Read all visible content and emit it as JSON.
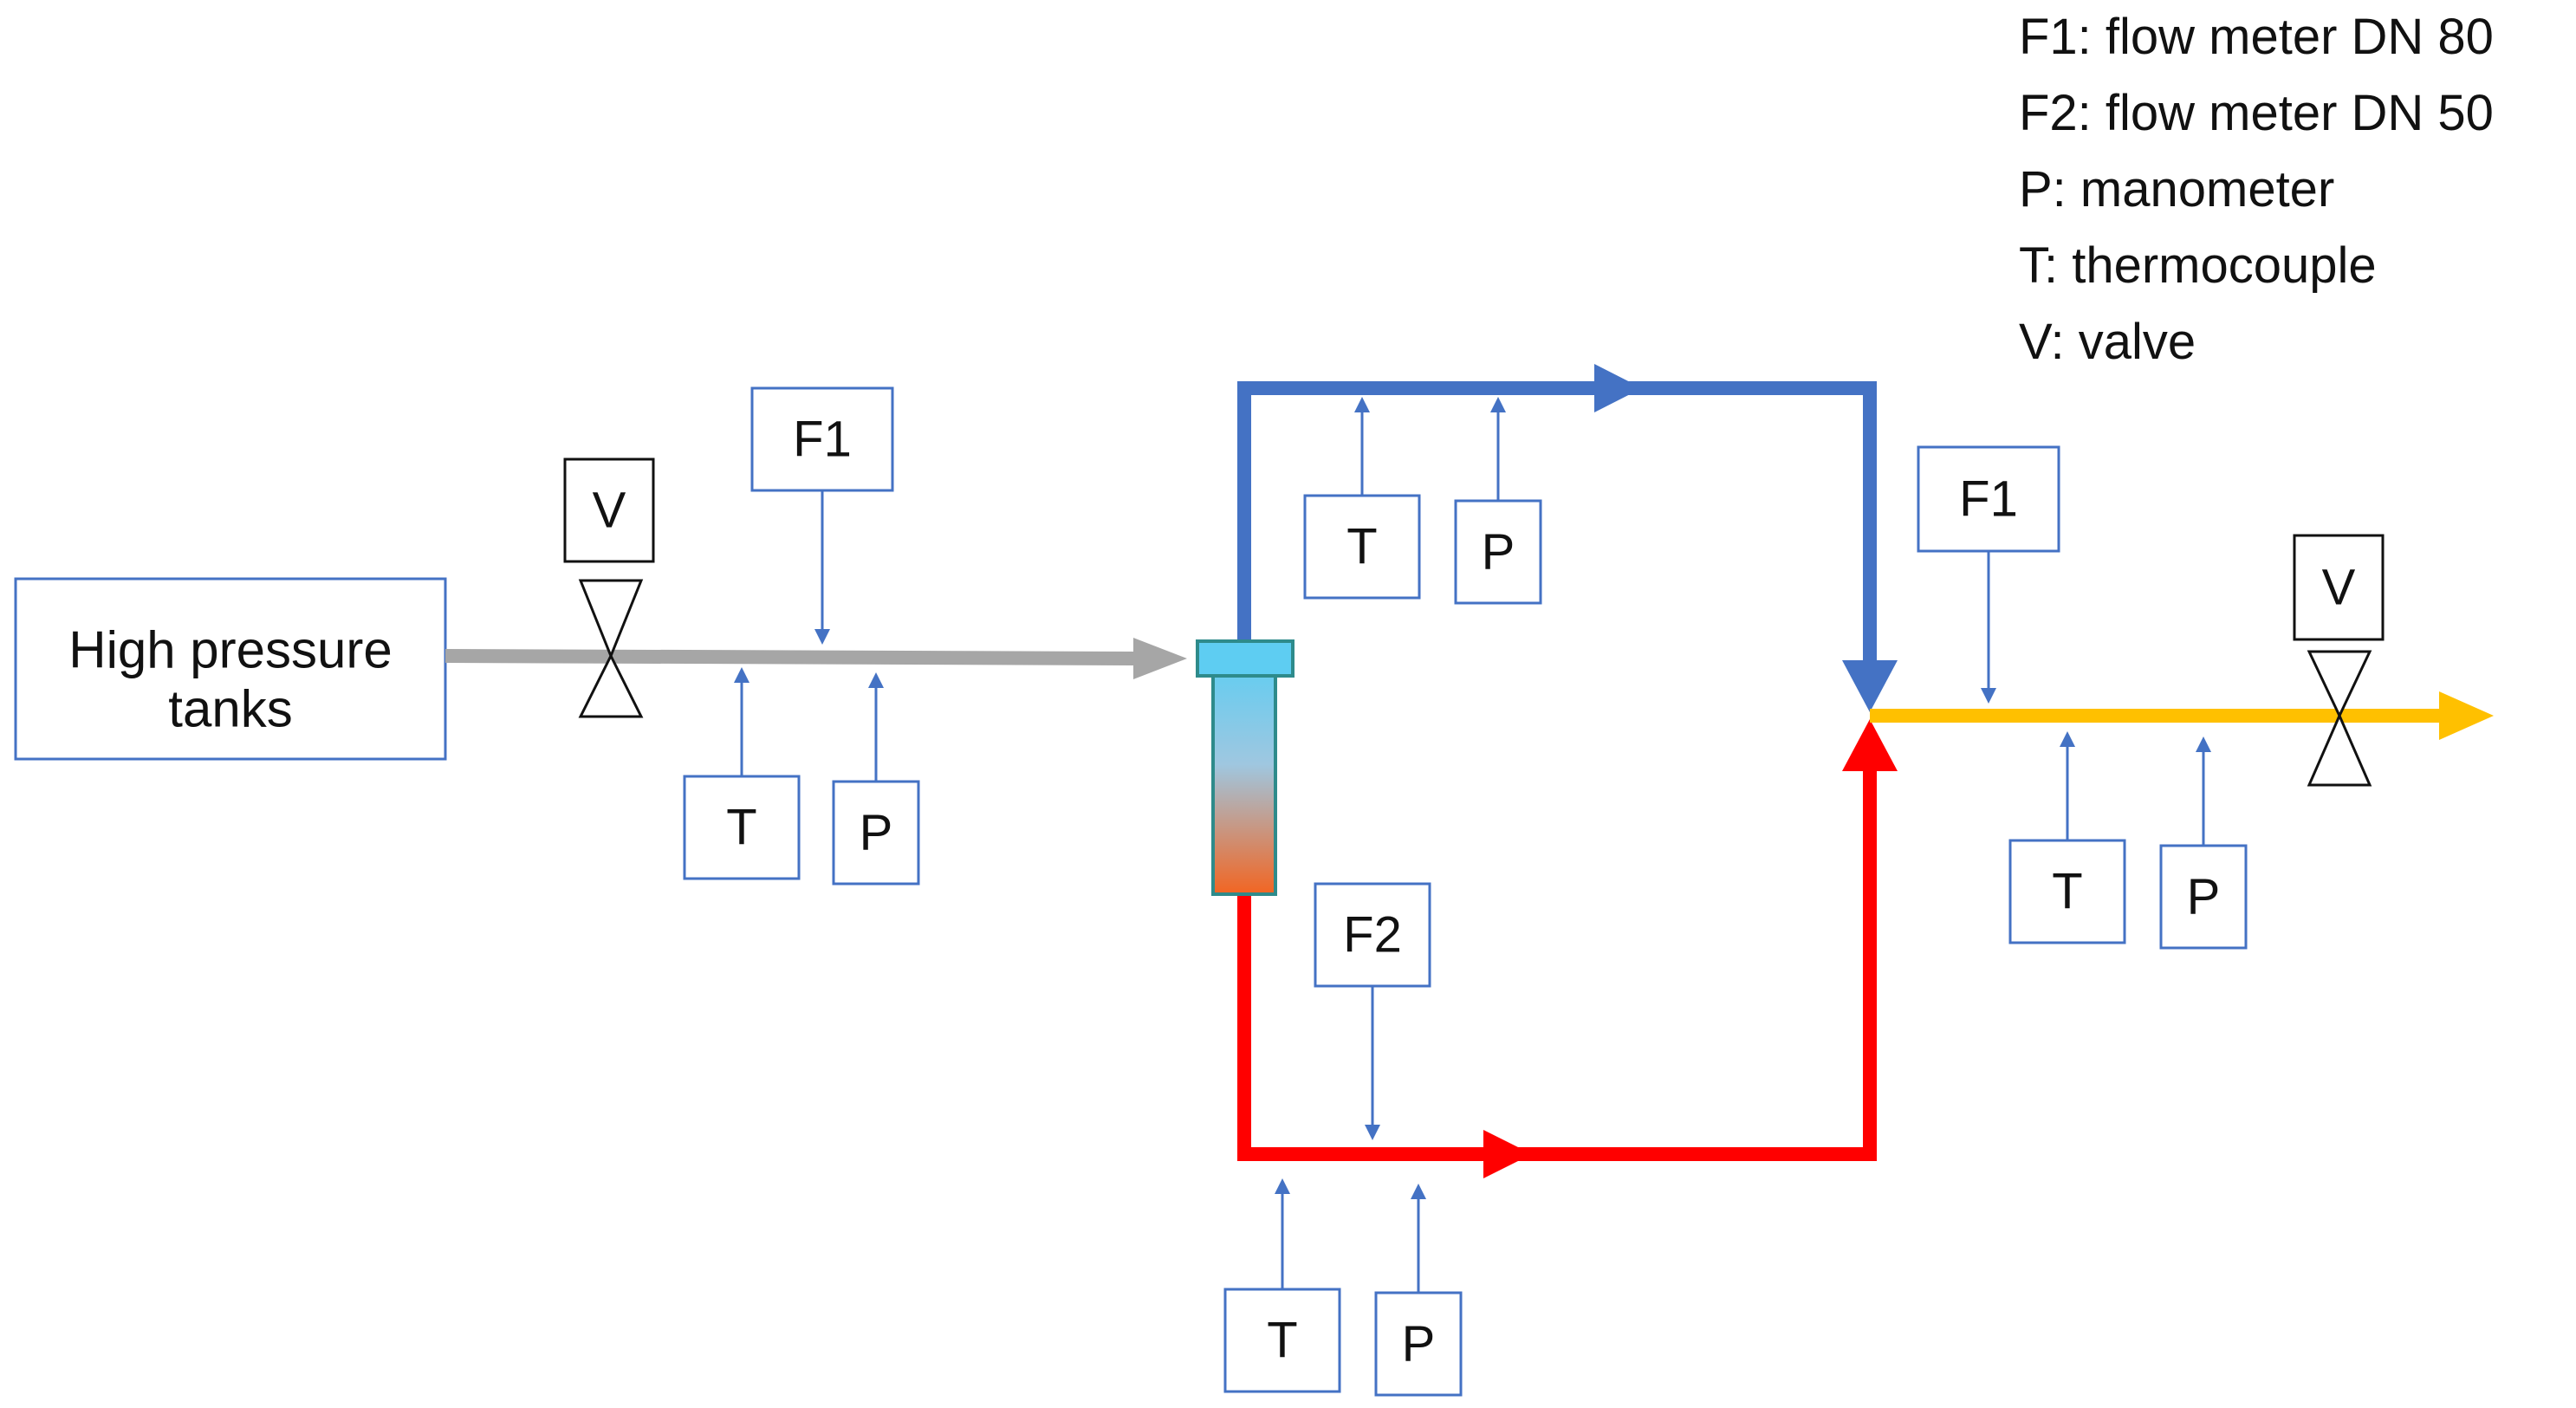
{
  "legend": [
    "F1: flow meter DN 80",
    "F2: flow meter DN 50",
    "P: manometer",
    "T: thermocouple",
    "V: valve"
  ],
  "tank_label_line1": "High pressure",
  "tank_label_line2": "tanks",
  "instruments": {
    "inlet_valve": "V",
    "inlet_flow": "F1",
    "inlet_temp": "T",
    "inlet_pressure": "P",
    "cold_temp": "T",
    "cold_pressure": "P",
    "hot_flow": "F2",
    "hot_temp": "T",
    "hot_pressure": "P",
    "outlet_flow": "F1",
    "outlet_temp": "T",
    "outlet_pressure": "P",
    "outlet_valve": "V"
  },
  "colors": {
    "instrument_blue": "#4472C4",
    "inlet_line": "#A6A6A6",
    "cold_line": "#4472C4",
    "hot_line": "#FF0000",
    "outlet_line": "#FFC000",
    "tube_top": "#5ECDF2",
    "tube_bottom": "#F26522"
  }
}
